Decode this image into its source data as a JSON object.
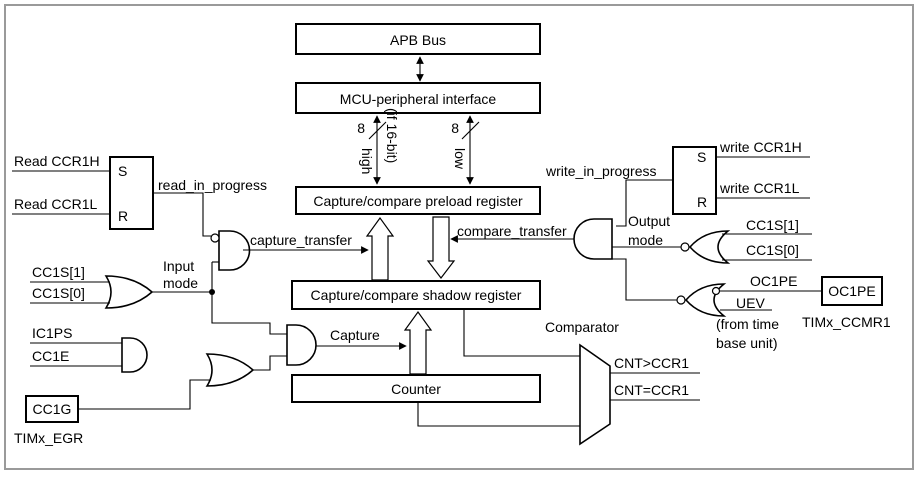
{
  "blocks": {
    "apb_bus": "APB Bus",
    "mcu_interface": "MCU-peripheral interface",
    "preload_register": "Capture/compare preload register",
    "shadow_register": "Capture/compare shadow register",
    "counter": "Counter",
    "cc1g": "CC1G",
    "oc1pe": "OC1PE"
  },
  "bus": {
    "width_left": "8",
    "width_right": "8",
    "high": "high",
    "if16bit": "(if 16-bit)",
    "low": "low"
  },
  "signals": {
    "read_ccr1h": "Read CCR1H",
    "read_ccr1l": "Read CCR1L",
    "read_in_progress": "read_in_progress",
    "capture_transfer": "capture_transfer",
    "cc1s1_left": "CC1S[1]",
    "cc1s0_left": "CC1S[0]",
    "input_mode_1": "Input",
    "input_mode_2": "mode",
    "ic1ps": "IC1PS",
    "cc1e": "CC1E",
    "capture": "Capture",
    "timx_egr": "TIMx_EGR",
    "write_in_progress": "write_in_progress",
    "write_ccr1h": "write CCR1H",
    "write_ccr1l": "write CCR1L",
    "compare_transfer": "compare_transfer",
    "output_mode_1": "Output",
    "output_mode_2": "mode",
    "cc1s1_right": "CC1S[1]",
    "cc1s0_right": "CC1S[0]",
    "oc1pe_signal": "OC1PE",
    "uev": "UEV",
    "from_time_1": "(from time",
    "from_time_2": "base unit)",
    "timx_ccmr1": "TIMx_CCMR1",
    "comparator": "Comparator",
    "cnt_gt": "CNT>CCR1",
    "cnt_eq": "CNT=CCR1"
  },
  "latch": {
    "s": "S",
    "r": "R"
  }
}
